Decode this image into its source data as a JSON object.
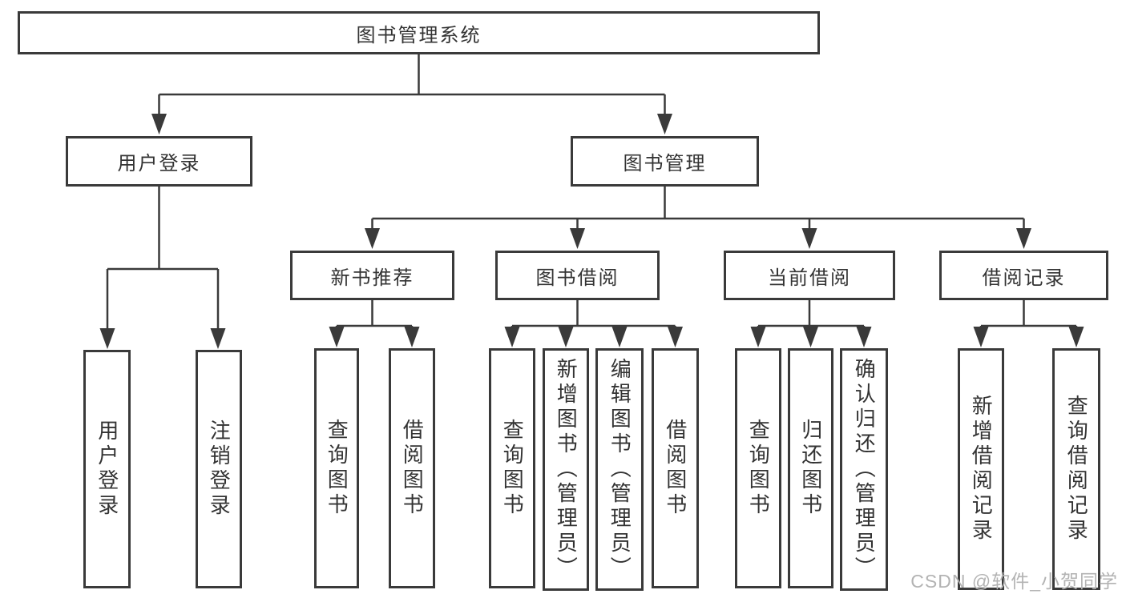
{
  "colors": {
    "line": "#3a3a3a",
    "text": "#333333",
    "background": "#ffffff",
    "watermark": "#b3b3b3"
  },
  "diagram": {
    "root": {
      "label": "图书管理系统"
    },
    "branches": [
      {
        "label": "用户登录",
        "leaves": [
          {
            "label": "用户登录"
          },
          {
            "label": "注销登录"
          }
        ]
      },
      {
        "label": "图书管理",
        "sections": [
          {
            "label": "新书推荐",
            "leaves": [
              {
                "label": "查询图书"
              },
              {
                "label": "借阅图书"
              }
            ]
          },
          {
            "label": "图书借阅",
            "leaves": [
              {
                "label": "查询图书"
              },
              {
                "label": "新增图书（管理员）"
              },
              {
                "label": "编辑图书（管理员）"
              },
              {
                "label": "借阅图书"
              }
            ]
          },
          {
            "label": "当前借阅",
            "leaves": [
              {
                "label": "查询图书"
              },
              {
                "label": "归还图书"
              },
              {
                "label": "确认归还（管理员）"
              }
            ]
          },
          {
            "label": "借阅记录",
            "leaves": [
              {
                "label": "新增借阅记录"
              },
              {
                "label": "查询借阅记录"
              }
            ]
          }
        ]
      }
    ]
  },
  "watermark": {
    "text": "CSDN @软件_小贺同学"
  }
}
